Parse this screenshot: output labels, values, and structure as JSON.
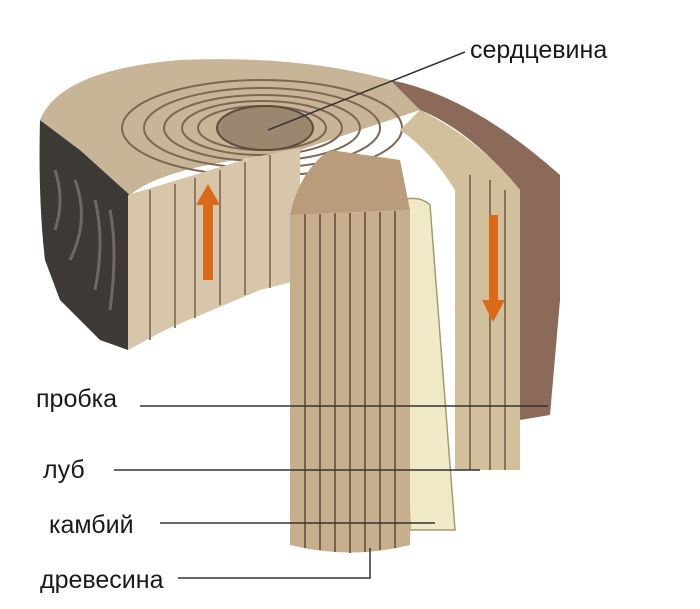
{
  "labels": {
    "core": "сердцевина",
    "cork": "пробка",
    "bast": "луб",
    "cambium": "камбий",
    "wood": "древесина"
  },
  "colors": {
    "bark": "#3a3632",
    "wood": "#c9b394",
    "wood_dark": "#9a7f62",
    "bark_brown": "#8b6a5a",
    "arrow": "#d86a1a",
    "cambium": "#efe9c7"
  }
}
